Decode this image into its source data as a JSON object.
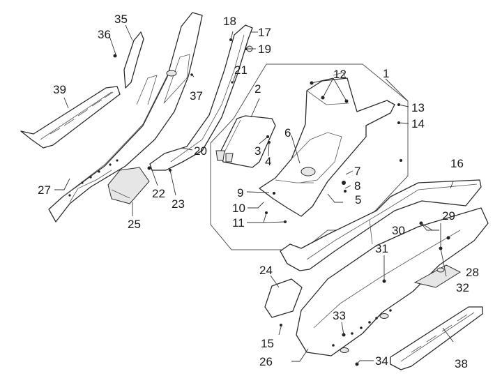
{
  "diagram": {
    "title": "Central cover - footrests exploded parts view",
    "line_color": "#2a2a2a",
    "background": "#ffffff",
    "callouts": [
      {
        "id": "1",
        "text": "1"
      },
      {
        "id": "2",
        "text": "2"
      },
      {
        "id": "3",
        "text": "3"
      },
      {
        "id": "4",
        "text": "4"
      },
      {
        "id": "5",
        "text": "5"
      },
      {
        "id": "6",
        "text": "6"
      },
      {
        "id": "7",
        "text": "7"
      },
      {
        "id": "8",
        "text": "8"
      },
      {
        "id": "9",
        "text": "9"
      },
      {
        "id": "10",
        "text": "10"
      },
      {
        "id": "11",
        "text": "11"
      },
      {
        "id": "12",
        "text": "12"
      },
      {
        "id": "13",
        "text": "13"
      },
      {
        "id": "14",
        "text": "14"
      },
      {
        "id": "15",
        "text": "15"
      },
      {
        "id": "16",
        "text": "16"
      },
      {
        "id": "17",
        "text": "17"
      },
      {
        "id": "18",
        "text": "18"
      },
      {
        "id": "19",
        "text": "19"
      },
      {
        "id": "20",
        "text": "20"
      },
      {
        "id": "21",
        "text": "21"
      },
      {
        "id": "22",
        "text": "22"
      },
      {
        "id": "23",
        "text": "23"
      },
      {
        "id": "24",
        "text": "24"
      },
      {
        "id": "25",
        "text": "25"
      },
      {
        "id": "26",
        "text": "26"
      },
      {
        "id": "27",
        "text": "27"
      },
      {
        "id": "28",
        "text": "28"
      },
      {
        "id": "29",
        "text": "29"
      },
      {
        "id": "30",
        "text": "30"
      },
      {
        "id": "31",
        "text": "31"
      },
      {
        "id": "32",
        "text": "32"
      },
      {
        "id": "33",
        "text": "33"
      },
      {
        "id": "34",
        "text": "34"
      },
      {
        "id": "35",
        "text": "35"
      },
      {
        "id": "36",
        "text": "36"
      },
      {
        "id": "37",
        "text": "37"
      },
      {
        "id": "38",
        "text": "38"
      },
      {
        "id": "39",
        "text": "39"
      }
    ],
    "parts": {
      "left_footboard": "left-side-cover",
      "left_mat": "footrest-mat-left",
      "right_footboard": "right-side-cover",
      "right_mat": "footrest-mat-right",
      "central_tunnel": "central-cover",
      "glovebox_lid": "storage-lid",
      "center_rail": "central-rail",
      "left_inspection_panel": "inspection-cover-left",
      "right_inspection_panel": "inspection-cover-right",
      "upper_right_trim": "right-sill-trim",
      "small_panel_35": "small-side-panel"
    }
  }
}
